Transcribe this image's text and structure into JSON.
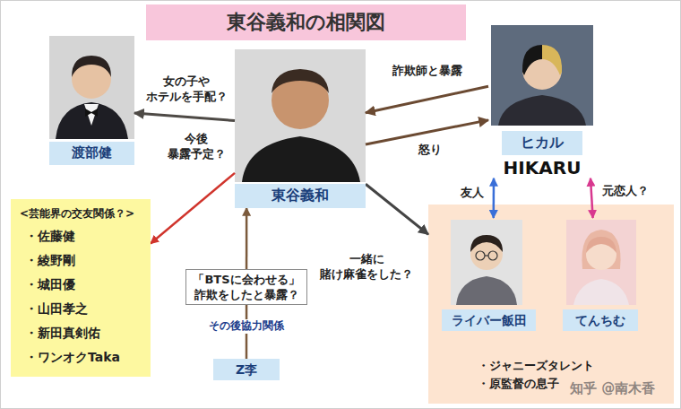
{
  "diagram": {
    "title": "東谷義和の相関図",
    "nodes": [
      {
        "text": [
          "渡部健"
        ]
      },
      {
        "text": [
          "東谷義和"
        ]
      },
      {
        "text": [
          "ヒカル",
          "HIKARU"
        ]
      },
      {
        "text": [
          "<芸能界の交友関係？>",
          "・佐藤健",
          "・綾野剛",
          "・城田優",
          "・山田孝之",
          "・新田真剣佑",
          "・ワンオクTaka"
        ]
      },
      {
        "text": [
          "・ジャニーズタレント",
          "・原監督の息子"
        ]
      },
      {
        "text": [
          "ライバー飯田"
        ],
        "in": 4
      },
      {
        "text": [
          "てんちむ"
        ],
        "in": 4
      },
      {
        "text": [
          "Z李"
        ]
      }
    ],
    "edges": [
      {
        "from": 1,
        "to": 0,
        "arrow": "to",
        "label": "女の子や ホテルを手配？"
      },
      {
        "from": 2,
        "to": 1,
        "arrow": "to",
        "label": "詐欺師と暴露"
      },
      {
        "from": 1,
        "to": 2,
        "arrow": "to",
        "label": "怒り"
      },
      {
        "from": 1,
        "to": 3,
        "arrow": "to",
        "label": "今後 暴露予定？"
      },
      {
        "from": 7,
        "to": 1,
        "arrow": "to",
        "label": "「BTSに会わせる」 詐欺をしたと暴露？"
      },
      {
        "from": 1,
        "to": 4,
        "arrow": "to",
        "label": "一緒に 賭け麻雀をした？"
      },
      {
        "from": 2,
        "to": 5,
        "arrow": "both",
        "label": "友人"
      },
      {
        "from": 2,
        "to": 6,
        "arrow": "both",
        "label": "元恋人？"
      }
    ],
    "labels": [
      "その後協力関係",
      "知乎 @南木香"
    ]
  }
}
